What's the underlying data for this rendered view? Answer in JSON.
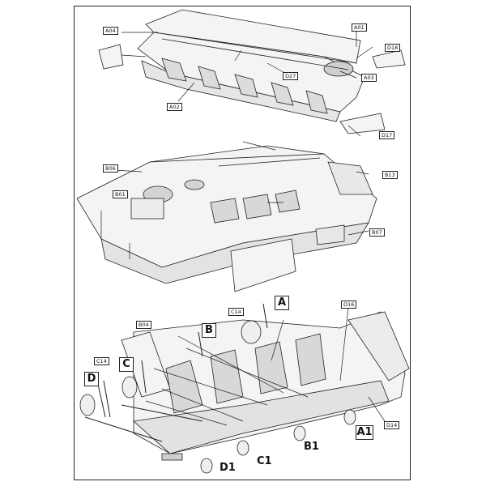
{
  "parts": {
    "a04": "A04",
    "a01": "A01",
    "d18": "D18",
    "d27": "D27",
    "a03": "A03",
    "a02": "A02",
    "d17": "D17",
    "b06": "B06",
    "b13": "B13",
    "b01": "B01",
    "b07": "B07",
    "c14_top": "C14",
    "d16": "D16",
    "b04": "B04",
    "c14_left": "C14",
    "d14": "D14"
  },
  "steps": {
    "a": "A",
    "b": "B",
    "c": "C",
    "d": "D",
    "a1": "A1",
    "b1": "B1",
    "c1": "C1",
    "d1": "D1"
  },
  "colors": {
    "line": "#222222",
    "fill": "#f4f4f4",
    "shade": "#cfcfcf"
  }
}
